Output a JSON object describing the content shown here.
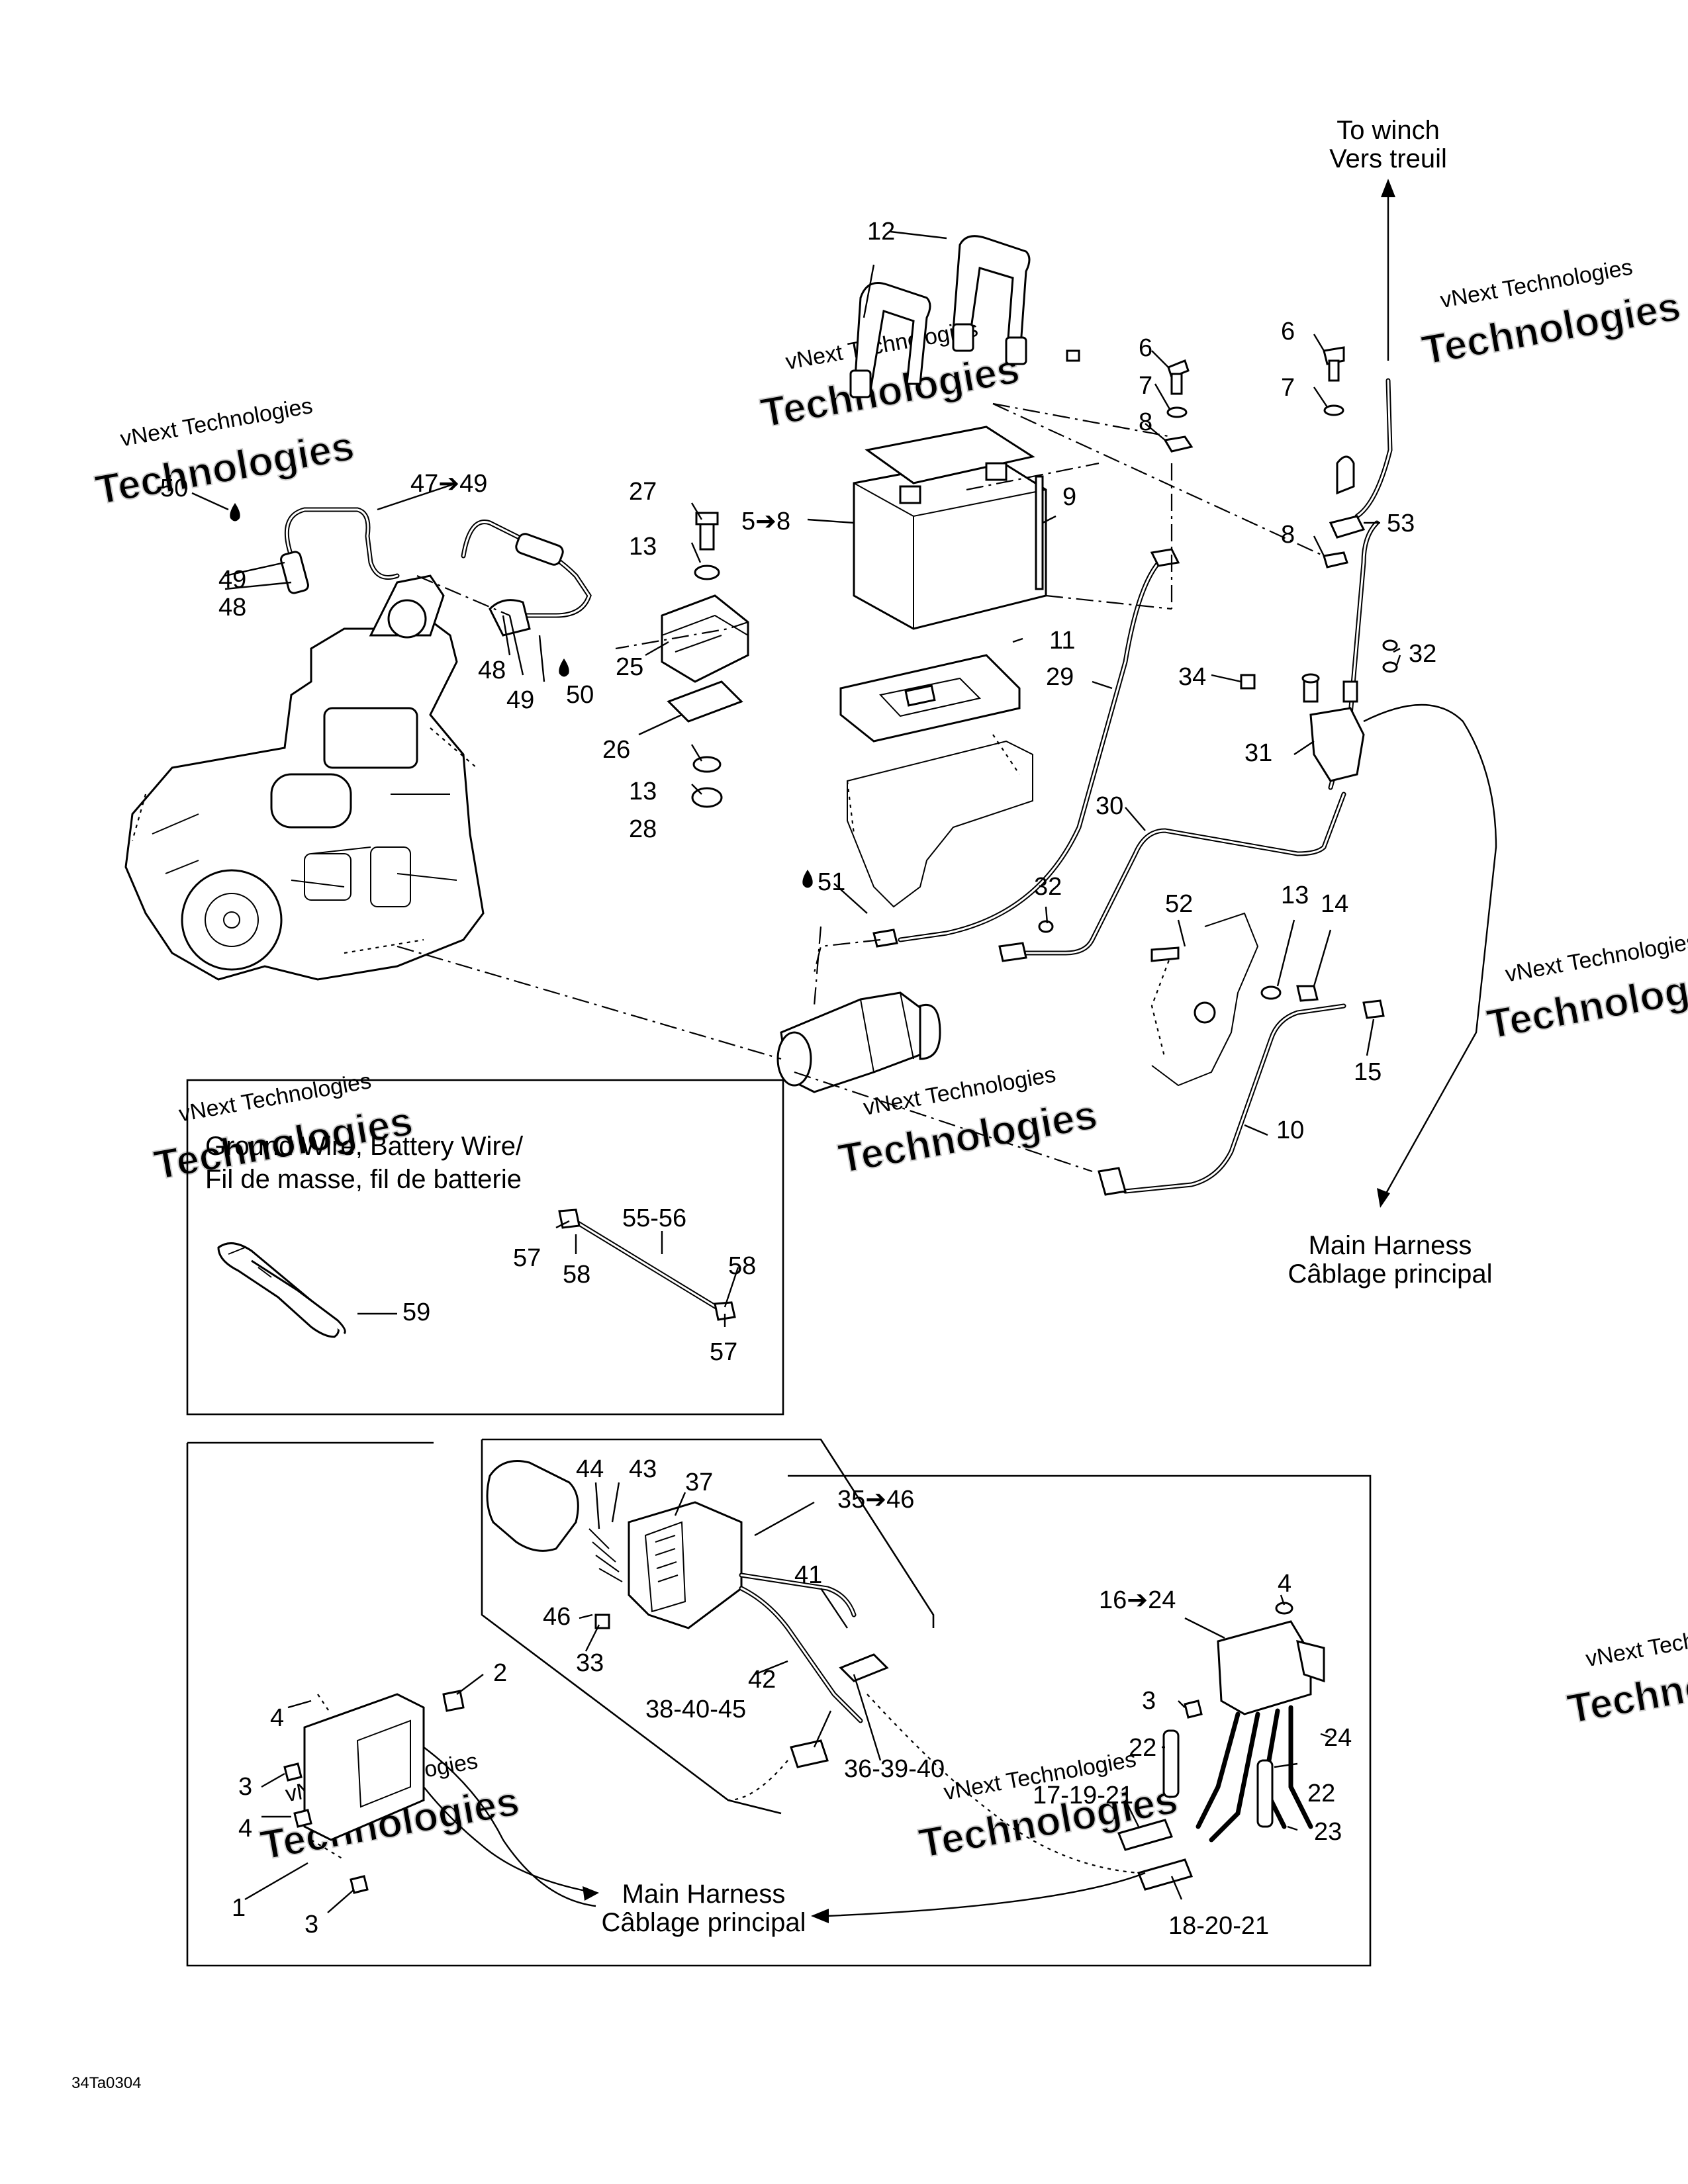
{
  "destinations": {
    "winch": [
      "To winch",
      "Vers treuil"
    ],
    "main_harness_top": [
      "Main Harness",
      "Câblage principal"
    ],
    "main_harness_bottom": [
      "Main Harness",
      "Câblage principal"
    ]
  },
  "inset_title": [
    "Ground Wire, Battery Wire/",
    "Fil de masse, fil de batterie"
  ],
  "watermark": [
    "vNext Technologies",
    "Technologies"
  ],
  "diagram_code": "34Ta0304",
  "callouts": {
    "c12": "12",
    "c6a": "6",
    "c6b": "6",
    "c7a": "7",
    "c7b": "7",
    "c8a": "8",
    "c8b": "8",
    "c5_8": "5➔8",
    "c9": "9",
    "c53": "53",
    "c50a": "50",
    "c47_49": "47➔49",
    "c27": "27",
    "c13a": "13",
    "c49a": "49",
    "c48a": "48",
    "c48b": "48",
    "c49b": "49",
    "c50b": "50",
    "c25": "25",
    "c11": "11",
    "c32a": "32",
    "c34": "34",
    "c29": "29",
    "c31": "31",
    "c26": "26",
    "c13b": "13",
    "c28": "28",
    "c30": "30",
    "c51": "51",
    "c32b": "32",
    "c52": "52",
    "c13c": "13",
    "c14": "14",
    "c15": "15",
    "c10": "10",
    "c55_56": "55-56",
    "c57a": "57",
    "c58a": "58",
    "c58b": "58",
    "c59": "59",
    "c57b": "57",
    "c44": "44",
    "c43": "43",
    "c37": "37",
    "c35_46": "35➔46",
    "c41": "41",
    "c46": "46",
    "c33": "33",
    "c42": "42",
    "c4a": "4",
    "c16_24": "16➔24",
    "c2": "2",
    "c4b": "4",
    "c38_40_45": "38-40-45",
    "c3a": "3",
    "c22a": "22",
    "c24": "24",
    "c36_39_40": "36-39-40",
    "c22b": "22",
    "c17_19_21": "17-19-21",
    "c3b": "3",
    "c23": "23",
    "c4c": "4",
    "c1": "1",
    "c3c": "3",
    "c18_20_21": "18-20-21"
  }
}
